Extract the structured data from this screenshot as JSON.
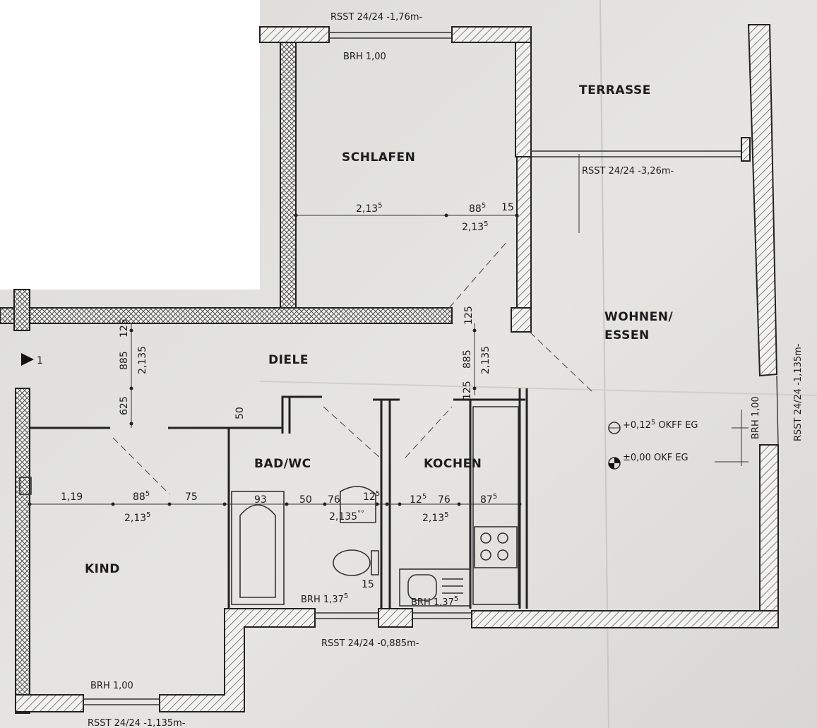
{
  "rooms": {
    "schlafen": "SCHLAFEN",
    "terrasse": "TERRASSE",
    "wohnen_line1": "WOHNEN/",
    "wohnen_line2": "ESSEN",
    "diele": "DIELE",
    "bad": "BAD/WC",
    "kochen": "KOCHEN",
    "kind": "KIND"
  },
  "windows": {
    "top": "RSST 24/24 -1,76m-",
    "top_brh": "BRH  1,00",
    "terrace": "RSST 24/24  -3,26m-",
    "right_vertical": "RSST 24/24  -1,135m-",
    "right_brh": "BRH  1,00",
    "bottom_middle": "RSST 24/24  -0,885m-",
    "bath_brh_main": "BRH 1,37",
    "bath_brh_sup": "5",
    "kitchen_brh_main": "BRH 1,37",
    "kitchen_brh_sup": "5",
    "bottom_left_brh": "BRH  1,00",
    "bottom_left": "RSST 24/24 -1,135m-"
  },
  "levels": {
    "okff_main": "+0,12",
    "okff_sup": "5",
    "okff_rest": " OKFF EG",
    "okf": "±0,00  OKF  EG"
  },
  "markers": {
    "section": "1"
  },
  "dims": {
    "schlafen_width_main": "2,13",
    "schlafen_width_sup": "5",
    "schlafen_door_w_main": "88",
    "schlafen_door_w_sup": "5",
    "schlafen_door_h_main": "2,13",
    "schlafen_door_h_sup": "5",
    "schlafen_15": "15",
    "corr_125": "125",
    "diele_left_125": "125",
    "diele_left_885": "885",
    "diele_left_2135": "2,135",
    "diele_left_625": "625",
    "diele_right_885": "885",
    "diele_right_2135": "2,135",
    "diele_right_125": "125",
    "bad_50": "50",
    "kind_119": "1,19",
    "kind_88_main": "88",
    "kind_88_sup": "5",
    "kind_2135_main": "2,13",
    "kind_2135_sup": "5",
    "kind_75": "75",
    "bad_93": "93",
    "bad_50b": "50",
    "bad_76": "76",
    "bad_12_main": "12",
    "bad_12_sup": "5",
    "bad_2135_main": "2,135",
    "bad_2135_sup": "°°",
    "bad_15": "15",
    "kochen_12_main": "12",
    "kochen_12_sup": "5",
    "kochen_76": "76",
    "kochen_87_main": "87",
    "kochen_87_sup": "5",
    "kochen_2135_main": "2,13",
    "kochen_2135_sup": "5",
    "right_100": "1,00"
  }
}
